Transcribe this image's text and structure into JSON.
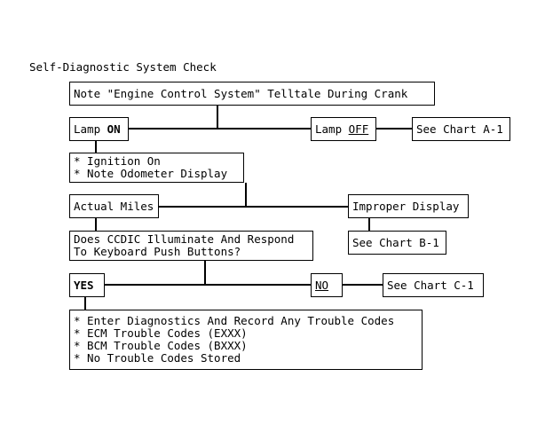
{
  "chart_title": "Self-Diagnostic System Check",
  "nodes": {
    "note_crank": {
      "line1": "Note \"Engine Control System\" Telltale During Crank"
    },
    "lamp_on": {
      "label_plain": "Lamp ",
      "label_bold": "ON"
    },
    "lamp_off": {
      "label_plain": "Lamp ",
      "label_underline": "OFF"
    },
    "chart_a1": {
      "label": "See Chart A-1"
    },
    "ignition": {
      "line1": "* Ignition On",
      "line2": "* Note Odometer Display"
    },
    "actual_miles": {
      "label": "Actual Miles"
    },
    "improper_display": {
      "label": "Improper Display"
    },
    "chart_b1": {
      "label": "See Chart B-1"
    },
    "ccdic": {
      "line1": "Does CCDIC Illuminate And Respond",
      "line2": "To Keyboard Push Buttons?"
    },
    "yes": {
      "label": "YES"
    },
    "no": {
      "label": "NO"
    },
    "chart_c1": {
      "label": "See Chart C-1"
    },
    "diagnostics": {
      "line1": "* Enter Diagnostics And Record Any Trouble Codes",
      "line2": "* ECM Trouble Codes (EXXX)",
      "line3": "* BCM Trouble Codes (BXXX)",
      "line4": "* No Trouble Codes Stored"
    }
  },
  "colors": {
    "stroke": "#000000",
    "background": "#ffffff",
    "text": "#000000"
  }
}
